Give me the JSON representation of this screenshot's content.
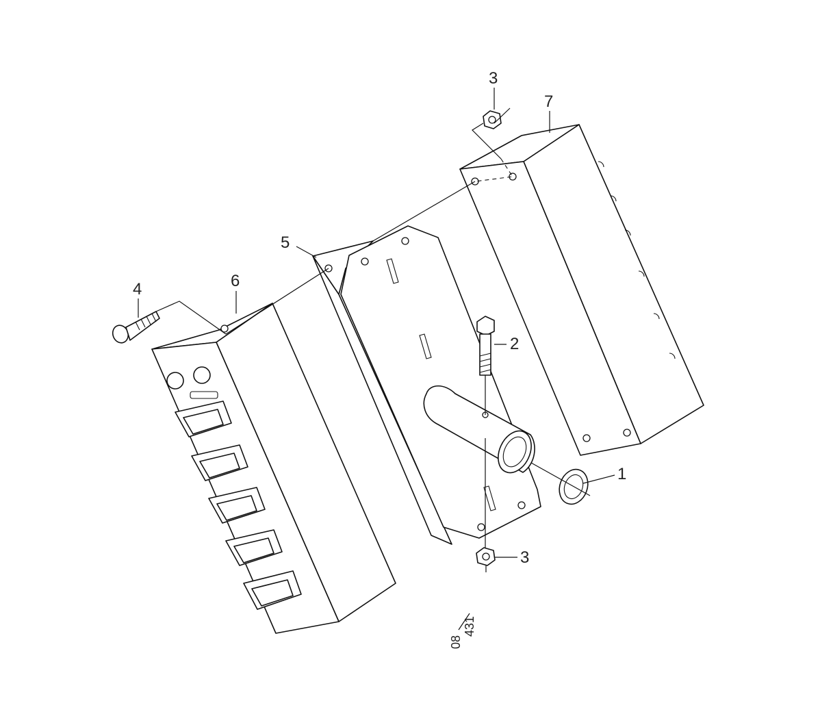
{
  "callouts": {
    "c1": "1",
    "c2": "2",
    "c3_top": "3",
    "c3_bottom": "3",
    "c4": "4",
    "c5": "5",
    "c6": "6",
    "c7": "7"
  },
  "drawing_code": {
    "top": "08",
    "bottom": "431"
  },
  "colors": {
    "line": "#111111",
    "background": "#ffffff"
  }
}
